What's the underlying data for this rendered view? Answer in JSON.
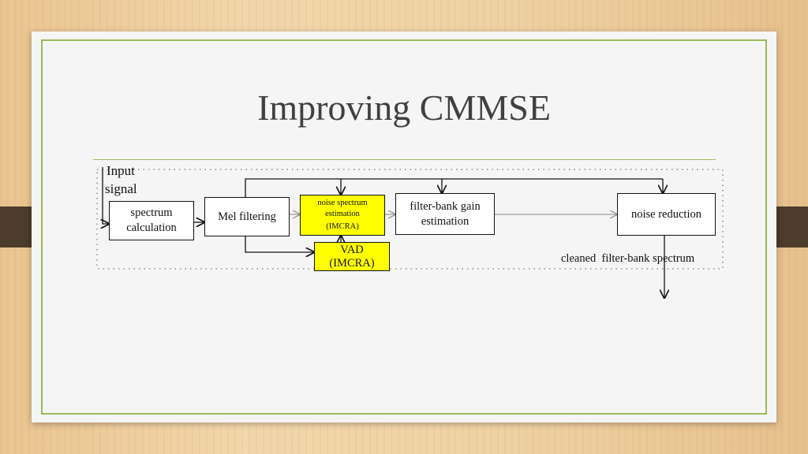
{
  "slide": {
    "title": "Improving CMMSE"
  },
  "diagram": {
    "input_label": [
      "Input",
      "signal"
    ],
    "boxes": {
      "spectrum": [
        "spectrum",
        "calculation"
      ],
      "mel": "Mel filtering",
      "noise_spec": [
        "noise spectrum",
        "estimation",
        "(IMCRA)"
      ],
      "vad": [
        "VAD",
        "(IMCRA)"
      ],
      "gain": [
        "filter-bank gain",
        "estimation"
      ],
      "reduction": "noise reduction"
    },
    "output_label": "cleaned  filter-bank spectrum"
  },
  "colors": {
    "accent_green": "#9bbb59",
    "highlight_yellow": "#ffff00",
    "wood_tab": "#4d3b2b"
  }
}
